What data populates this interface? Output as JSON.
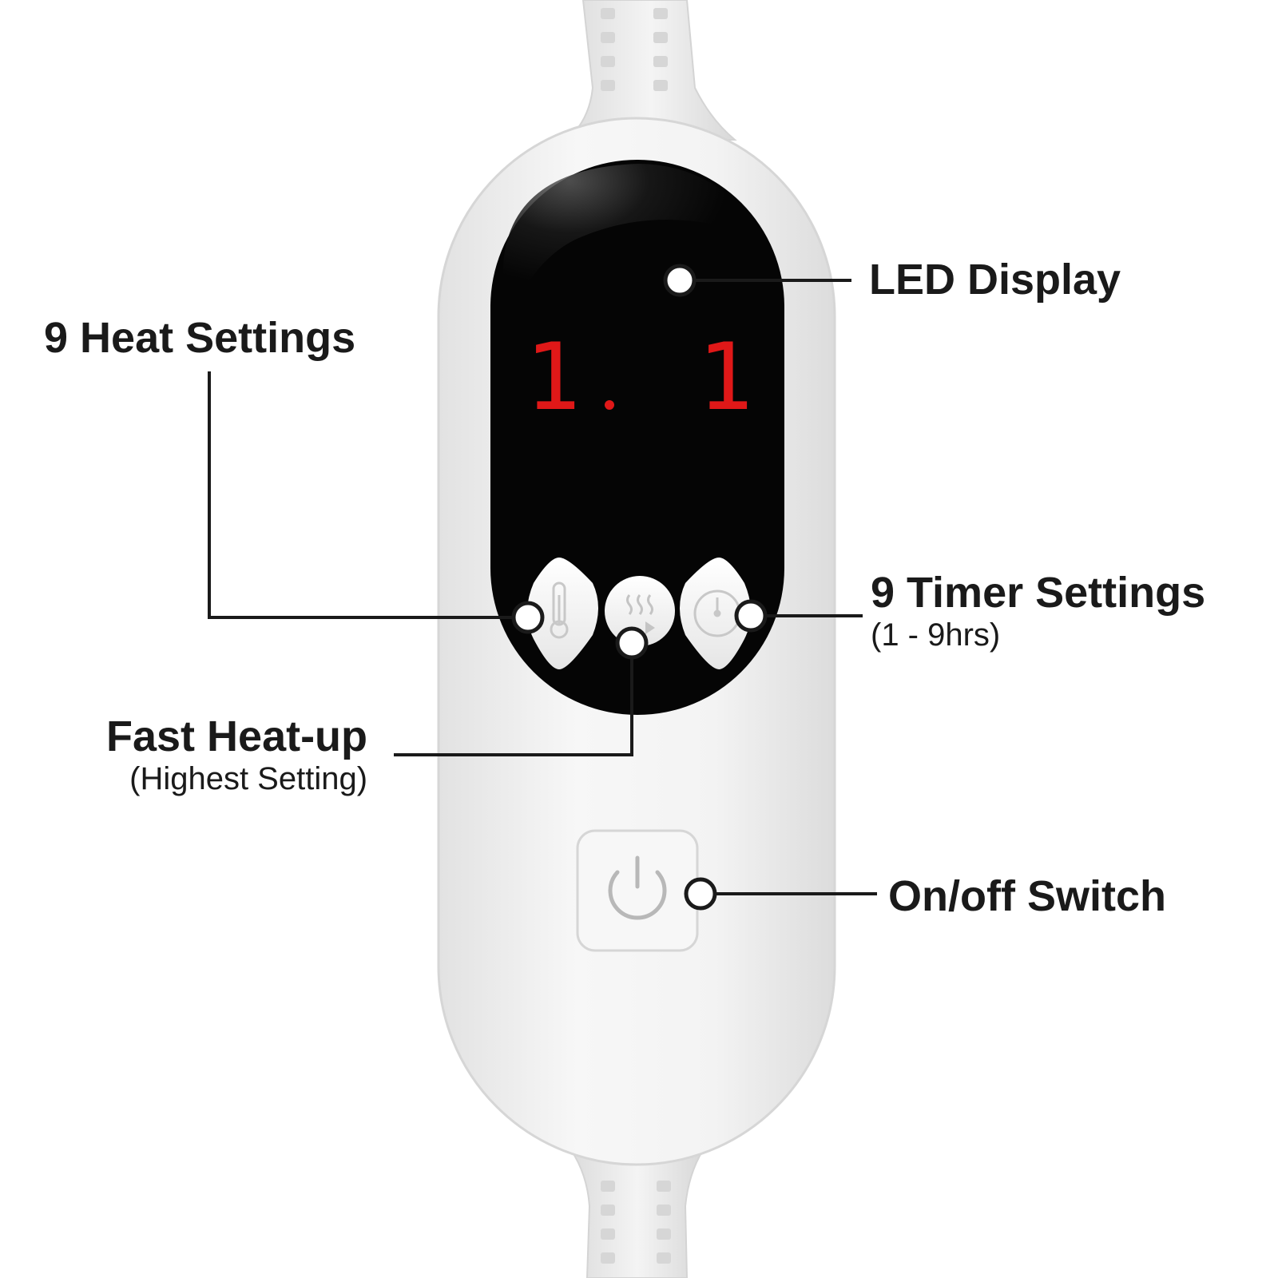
{
  "display": {
    "digit_left": "1",
    "digit_right": "1",
    "led_color": "#e01818"
  },
  "callouts": {
    "led_display": {
      "title": "LED Display"
    },
    "heat_settings": {
      "title": "9 Heat Settings"
    },
    "timer_settings": {
      "title": "9 Timer Settings",
      "subtitle": "(1 - 9hrs)"
    },
    "fast_heat": {
      "title": "Fast Heat-up",
      "subtitle": "(Highest Setting)"
    },
    "power": {
      "title": "On/off Switch"
    }
  },
  "buttons": {
    "heat": {
      "icon": "thermometer-icon"
    },
    "fast": {
      "icon": "steam-icon"
    },
    "timer": {
      "icon": "clock-icon"
    },
    "power": {
      "icon": "power-icon"
    }
  },
  "colors": {
    "body": "#f0f0f0",
    "panel": "#0a0a0a",
    "text": "#1a1a1a",
    "line": "#1a1a1a",
    "cable": "#e4e4e4"
  }
}
